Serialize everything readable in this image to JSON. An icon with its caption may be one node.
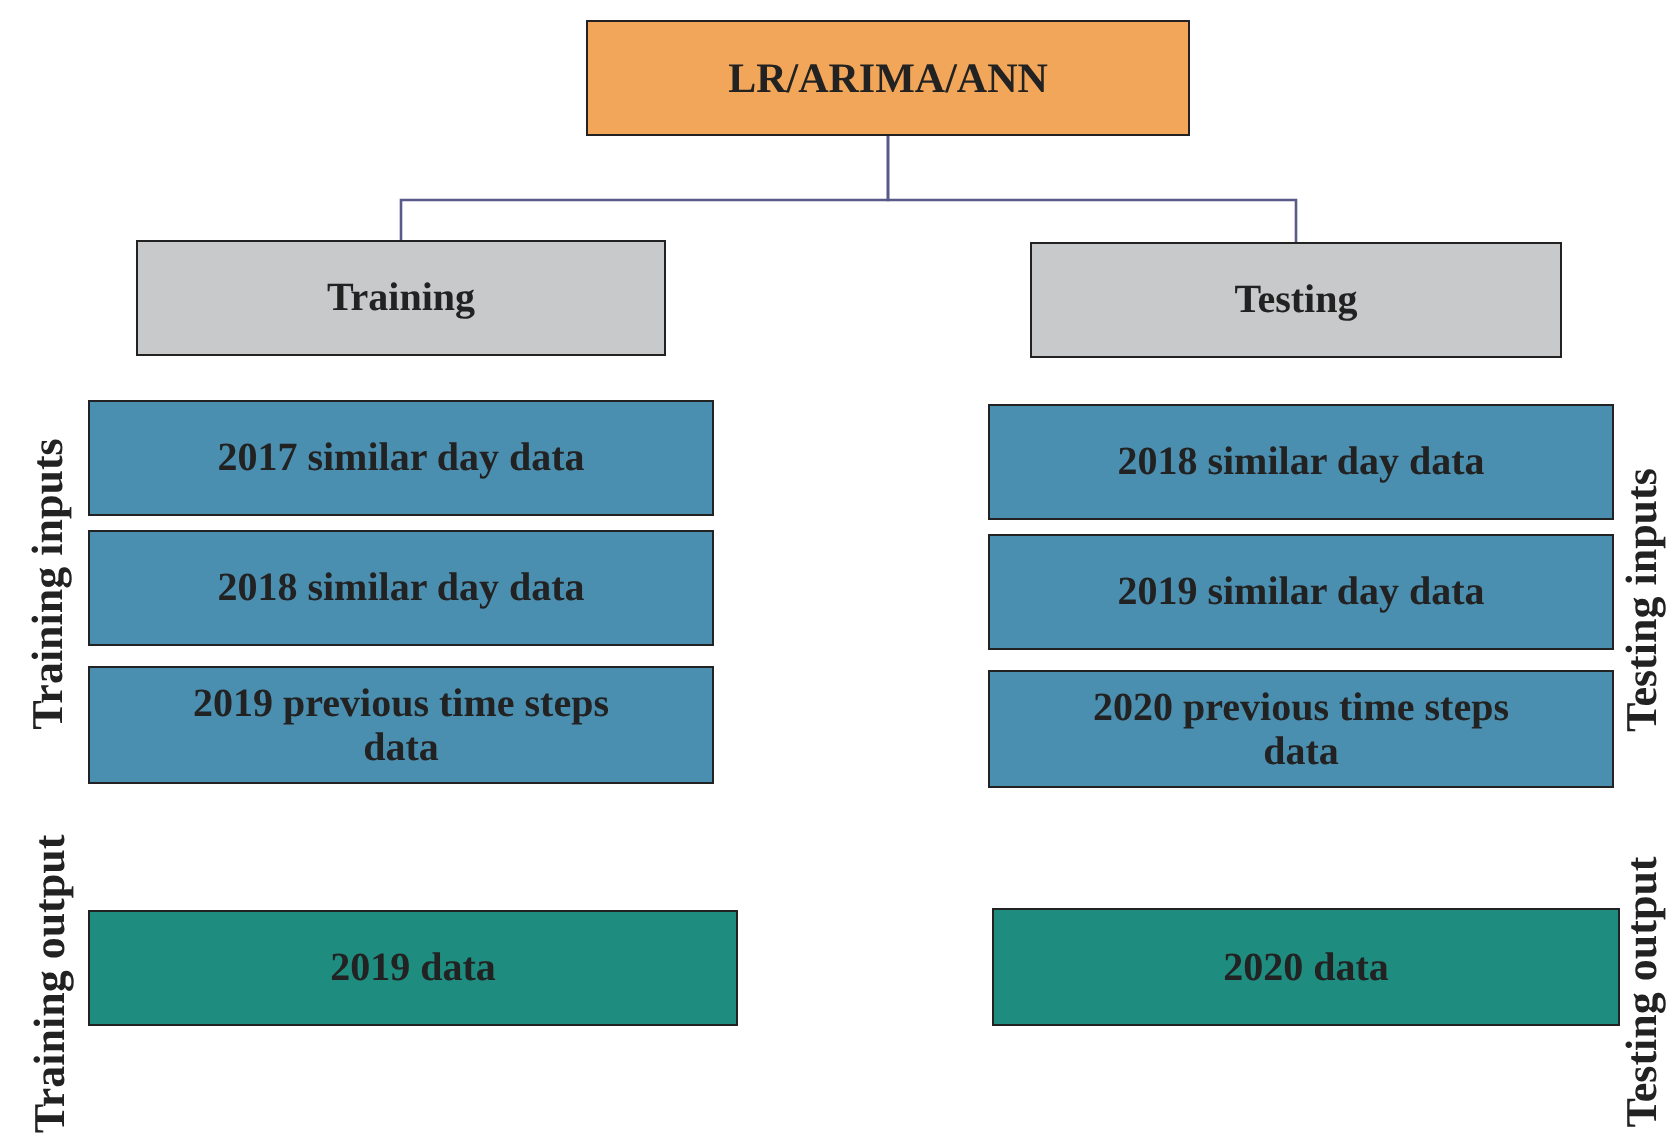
{
  "diagram": {
    "nodes": [
      {
        "text": [
          "LR/ARIMA/ANN"
        ]
      },
      {
        "text": [
          "Training"
        ]
      },
      {
        "text": [
          "Testing"
        ]
      },
      {
        "text": [
          "2017 similar day data"
        ]
      },
      {
        "text": [
          "2018 similar day data"
        ]
      },
      {
        "text": [
          "2018 similar day data"
        ]
      },
      {
        "text": [
          "2019 similar day data"
        ]
      },
      {
        "text": [
          "2019 previous time steps data"
        ]
      },
      {
        "text": [
          "2020 previous time steps data"
        ]
      },
      {
        "text": [
          "2019 data"
        ]
      },
      {
        "text": [
          "2020 data"
        ]
      }
    ],
    "edges": [
      {
        "from": 0,
        "to": 1,
        "arrow": "none"
      },
      {
        "from": 0,
        "to": 2,
        "arrow": "none"
      }
    ],
    "labels": [
      "Training inputs",
      "Testing inputs",
      "Training output",
      "Testing output"
    ]
  }
}
